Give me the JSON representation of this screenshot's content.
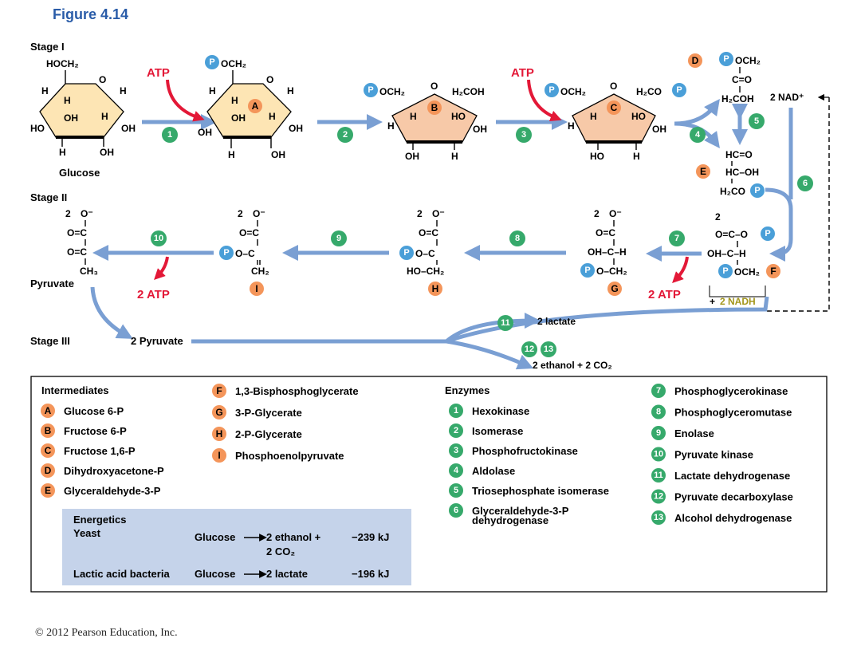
{
  "figure_title": "Figure 4.14",
  "stages": {
    "s1": "Stage I",
    "s2": "Stage II",
    "s3": "Stage III"
  },
  "mol": {
    "hoch2": "HOCH₂",
    "och2": "OCH₂",
    "h2coh": "H₂COH",
    "h2co": "H₂CO",
    "glucose": "Glucose",
    "pyruvate": "Pyruvate",
    "two_pyruvate": "2 Pyruvate",
    "h": "H",
    "oh": "OH",
    "ho": "HO",
    "o": "O",
    "p": "P",
    "c_eq_o": "C=O",
    "hc_eq_o": "HC=O",
    "hc_oh": "HC–OH",
    "h2coh2": "H₂COH",
    "two": "2",
    "o_minus": "O⁻",
    "o_eq_c": "O=C",
    "ch3": "CH₃",
    "ch2": "CH₂",
    "c": "C",
    "oh_c_h": "OH–C–H",
    "ho_ch2": "HO–CH₂",
    "o_ch2": "O–CH₂",
    "o_c": "O–C",
    "o_c_o": "O=C–O",
    "och2b": "OCH₂",
    "eq_c": "=C",
    "o_eq_c_o": "O=C–O"
  },
  "atp": {
    "atp": "ATP",
    "two_atp": "2 ATP"
  },
  "nad": {
    "nad_plus": "2 NAD⁺",
    "nadh": "2 NADH",
    "plus": "+"
  },
  "products": {
    "lactate": "2 lactate",
    "ethanol": "2 ethanol + 2 CO₂"
  },
  "letters": [
    "A",
    "B",
    "C",
    "D",
    "E",
    "F",
    "G",
    "H",
    "I"
  ],
  "steps": [
    "1",
    "2",
    "3",
    "4",
    "5",
    "6",
    "7",
    "8",
    "9",
    "10",
    "11",
    "12",
    "13"
  ],
  "legend": {
    "intermediates_title": "Intermediates",
    "intermediates": [
      {
        "k": "A",
        "v": "Glucose 6-P"
      },
      {
        "k": "B",
        "v": "Fructose 6-P"
      },
      {
        "k": "C",
        "v": "Fructose 1,6-P"
      },
      {
        "k": "D",
        "v": "Dihydroxyacetone-P"
      },
      {
        "k": "E",
        "v": "Glyceraldehyde-3-P"
      },
      {
        "k": "F",
        "v": "1,3-Bisphosphoglycerate"
      },
      {
        "k": "G",
        "v": "3-P-Glycerate"
      },
      {
        "k": "H",
        "v": "2-P-Glycerate"
      },
      {
        "k": "I",
        "v": "Phosphoenolpyruvate"
      }
    ],
    "enzymes_title": "Enzymes",
    "enzymes": [
      {
        "k": "1",
        "v": "Hexokinase"
      },
      {
        "k": "2",
        "v": "Isomerase"
      },
      {
        "k": "3",
        "v": "Phosphofructokinase"
      },
      {
        "k": "4",
        "v": "Aldolase"
      },
      {
        "k": "5",
        "v": "Triosephosphate isomerase"
      },
      {
        "k": "6",
        "v": "Glyceraldehyde-3-P",
        "v2": "dehydrogenase"
      },
      {
        "k": "7",
        "v": "Phosphoglycerokinase"
      },
      {
        "k": "8",
        "v": "Phosphoglyceromutase"
      },
      {
        "k": "9",
        "v": "Enolase"
      },
      {
        "k": "10",
        "v": "Pyruvate kinase"
      },
      {
        "k": "11",
        "v": "Lactate dehydrogenase"
      },
      {
        "k": "12",
        "v": "Pyruvate decarboxylase"
      },
      {
        "k": "13",
        "v": "Alcohol dehydrogenase"
      }
    ],
    "energetics": {
      "title": "Energetics",
      "yeast": "Yeast",
      "yeast_eq1": "Glucose",
      "yeast_eq2": "2 ethanol +",
      "yeast_eq3": "2 CO₂",
      "yeast_val": "−239 kJ",
      "lab": "Lactic acid bacteria",
      "lab_eq1": "Glucose",
      "lab_eq2": "2 lactate",
      "lab_val": "−196 kJ"
    }
  },
  "copyright": "© 2012 Pearson Education, Inc.",
  "colors": {
    "orange": "#f4955a",
    "green": "#36a96b",
    "blue": "#4a9fd8",
    "arrow": "#7a9fd3",
    "ring": "#fde5b4",
    "ring2": "#f7c9a8",
    "energetics_bg": "#c5d3ea",
    "title": "#2a5ca8"
  }
}
